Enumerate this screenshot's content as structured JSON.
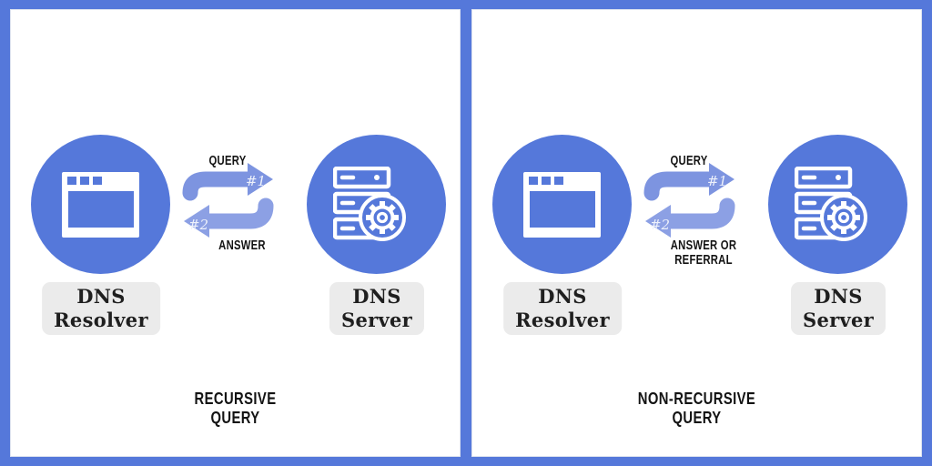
{
  "colors": {
    "frame_blue": "#5578da",
    "circle_blue": "#5578da",
    "card_bg": "#ffffff",
    "card_border": "#dde3ef",
    "arrow_query": "#7d94e0",
    "arrow_answer": "#8ca0e4",
    "step_text": "#edf1fb",
    "label_badge_bg": "#ebebeb",
    "label_text": "#1f1f1f",
    "caption_text": "#131313",
    "icon_white": "#ffffff"
  },
  "icons": {
    "resolver": "browser-window-icon",
    "server": "server-stack-gear-icon",
    "flow": "circular-query-answer-arrows"
  },
  "panels": [
    {
      "name": "recursive",
      "resolver_label": "DNS\nResolver",
      "server_label": "DNS\nServer",
      "query_label": "QUERY",
      "query_step": "#1",
      "answer_label": "ANSWER",
      "answer_step": "#2",
      "caption": "RECURSIVE\nQUERY"
    },
    {
      "name": "non-recursive",
      "resolver_label": "DNS\nResolver",
      "server_label": "DNS\nServer",
      "query_label": "QUERY",
      "query_step": "#1",
      "answer_label": "ANSWER OR\nREFERRAL",
      "answer_step": "#2",
      "caption": "NON-RECURSIVE\nQUERY"
    }
  ]
}
